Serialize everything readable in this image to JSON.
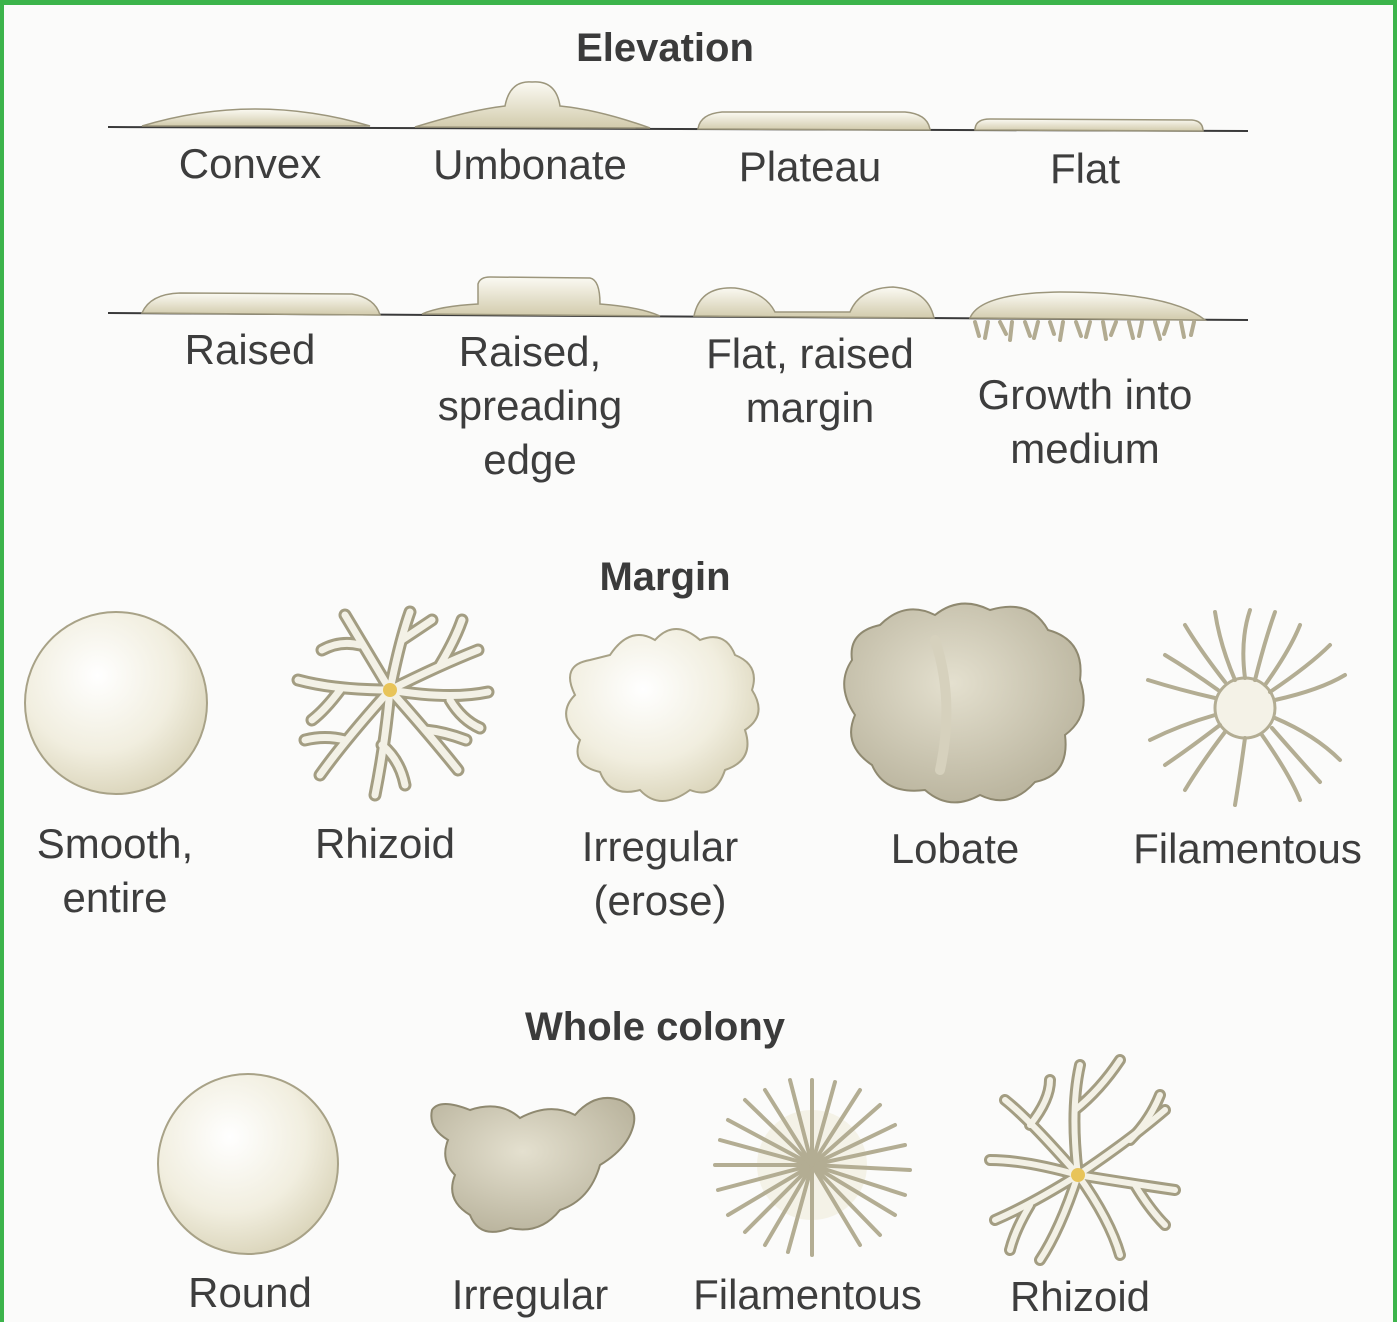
{
  "colors": {
    "border": "#3cb44b",
    "colony_fill": "#e9e5d3",
    "colony_edge": "#9c967c",
    "baseline": "#3a3a3a"
  },
  "elevation": {
    "title": "Elevation",
    "row1": [
      "Convex",
      "Umbonate",
      "Plateau",
      "Flat"
    ],
    "row2": [
      "Raised",
      "Raised,\nspreading\nedge",
      "Flat, raised\nmargin",
      "Growth into\nmedium"
    ]
  },
  "margin": {
    "title": "Margin",
    "items": [
      "Smooth,\nentire",
      "Rhizoid",
      "Irregular\n(erose)",
      "Lobate",
      "Filamentous"
    ]
  },
  "whole_colony": {
    "title": "Whole colony",
    "items": [
      "Round",
      "Irregular",
      "Filamentous",
      "Rhizoid"
    ]
  }
}
